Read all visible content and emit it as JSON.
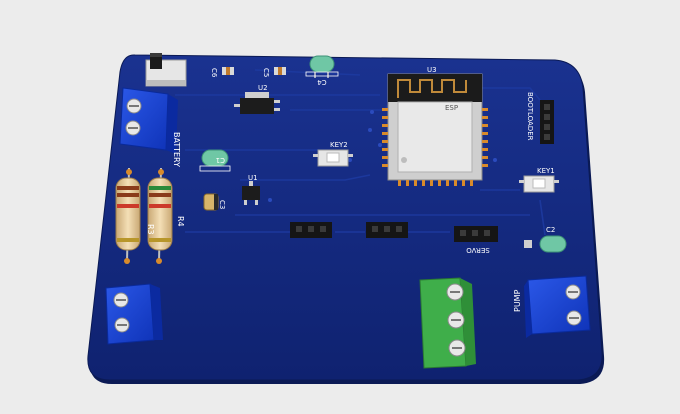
{
  "labels": {
    "battery": "BATTERY",
    "bootloader": "BOOTLOADER",
    "esp_brand": "ESP",
    "u3": "U3",
    "u2": "U2",
    "u1": "U1",
    "key1": "KEY1",
    "key2": "KEY2",
    "servo": "SERVO",
    "pump": "PUMP",
    "r3": "R3",
    "r4": "R4",
    "c1": "C1",
    "c2": "C2",
    "c3": "C3",
    "c4": "C4",
    "c5": "C5",
    "c6": "C6"
  },
  "colors": {
    "background": "#ececec",
    "pcb": "#12287a",
    "pcb_edge": "#0b1a55",
    "terminal_blue": "#1440d0",
    "terminal_green": "#3fae4a",
    "capacitor": "#6fc7a5",
    "resistor": "#e4c99a",
    "module": "#e9e9e9"
  }
}
